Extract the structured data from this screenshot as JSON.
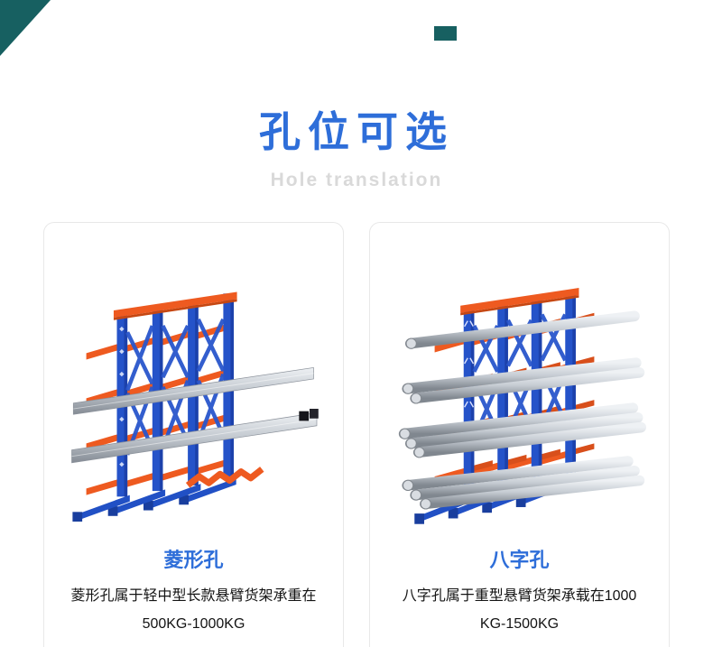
{
  "page": {
    "title": "孔位可选",
    "subtitle": "Hole translation"
  },
  "cards": [
    {
      "title": "菱形孔",
      "desc_line1": "菱形孔属于轻中型长款悬臂货架承重在",
      "desc_line2": "500KG-1000KG",
      "image": "diamond-hole-cantilever-rack"
    },
    {
      "title": "八字孔",
      "desc_line1": "八字孔属于重型悬臂货架承载在1000",
      "desc_line2": "KG-1500KG",
      "image": "splay-hole-cantilever-rack"
    }
  ],
  "colors": {
    "accent_blue": "#2e6ed9",
    "subtitle_gray": "#d9d9d9",
    "teal": "#176061",
    "rack_blue": "#2553c9",
    "rack_blue_dark": "#1c41ab",
    "rack_orange": "#ee5a20",
    "rack_orange_dark": "#c64712"
  }
}
